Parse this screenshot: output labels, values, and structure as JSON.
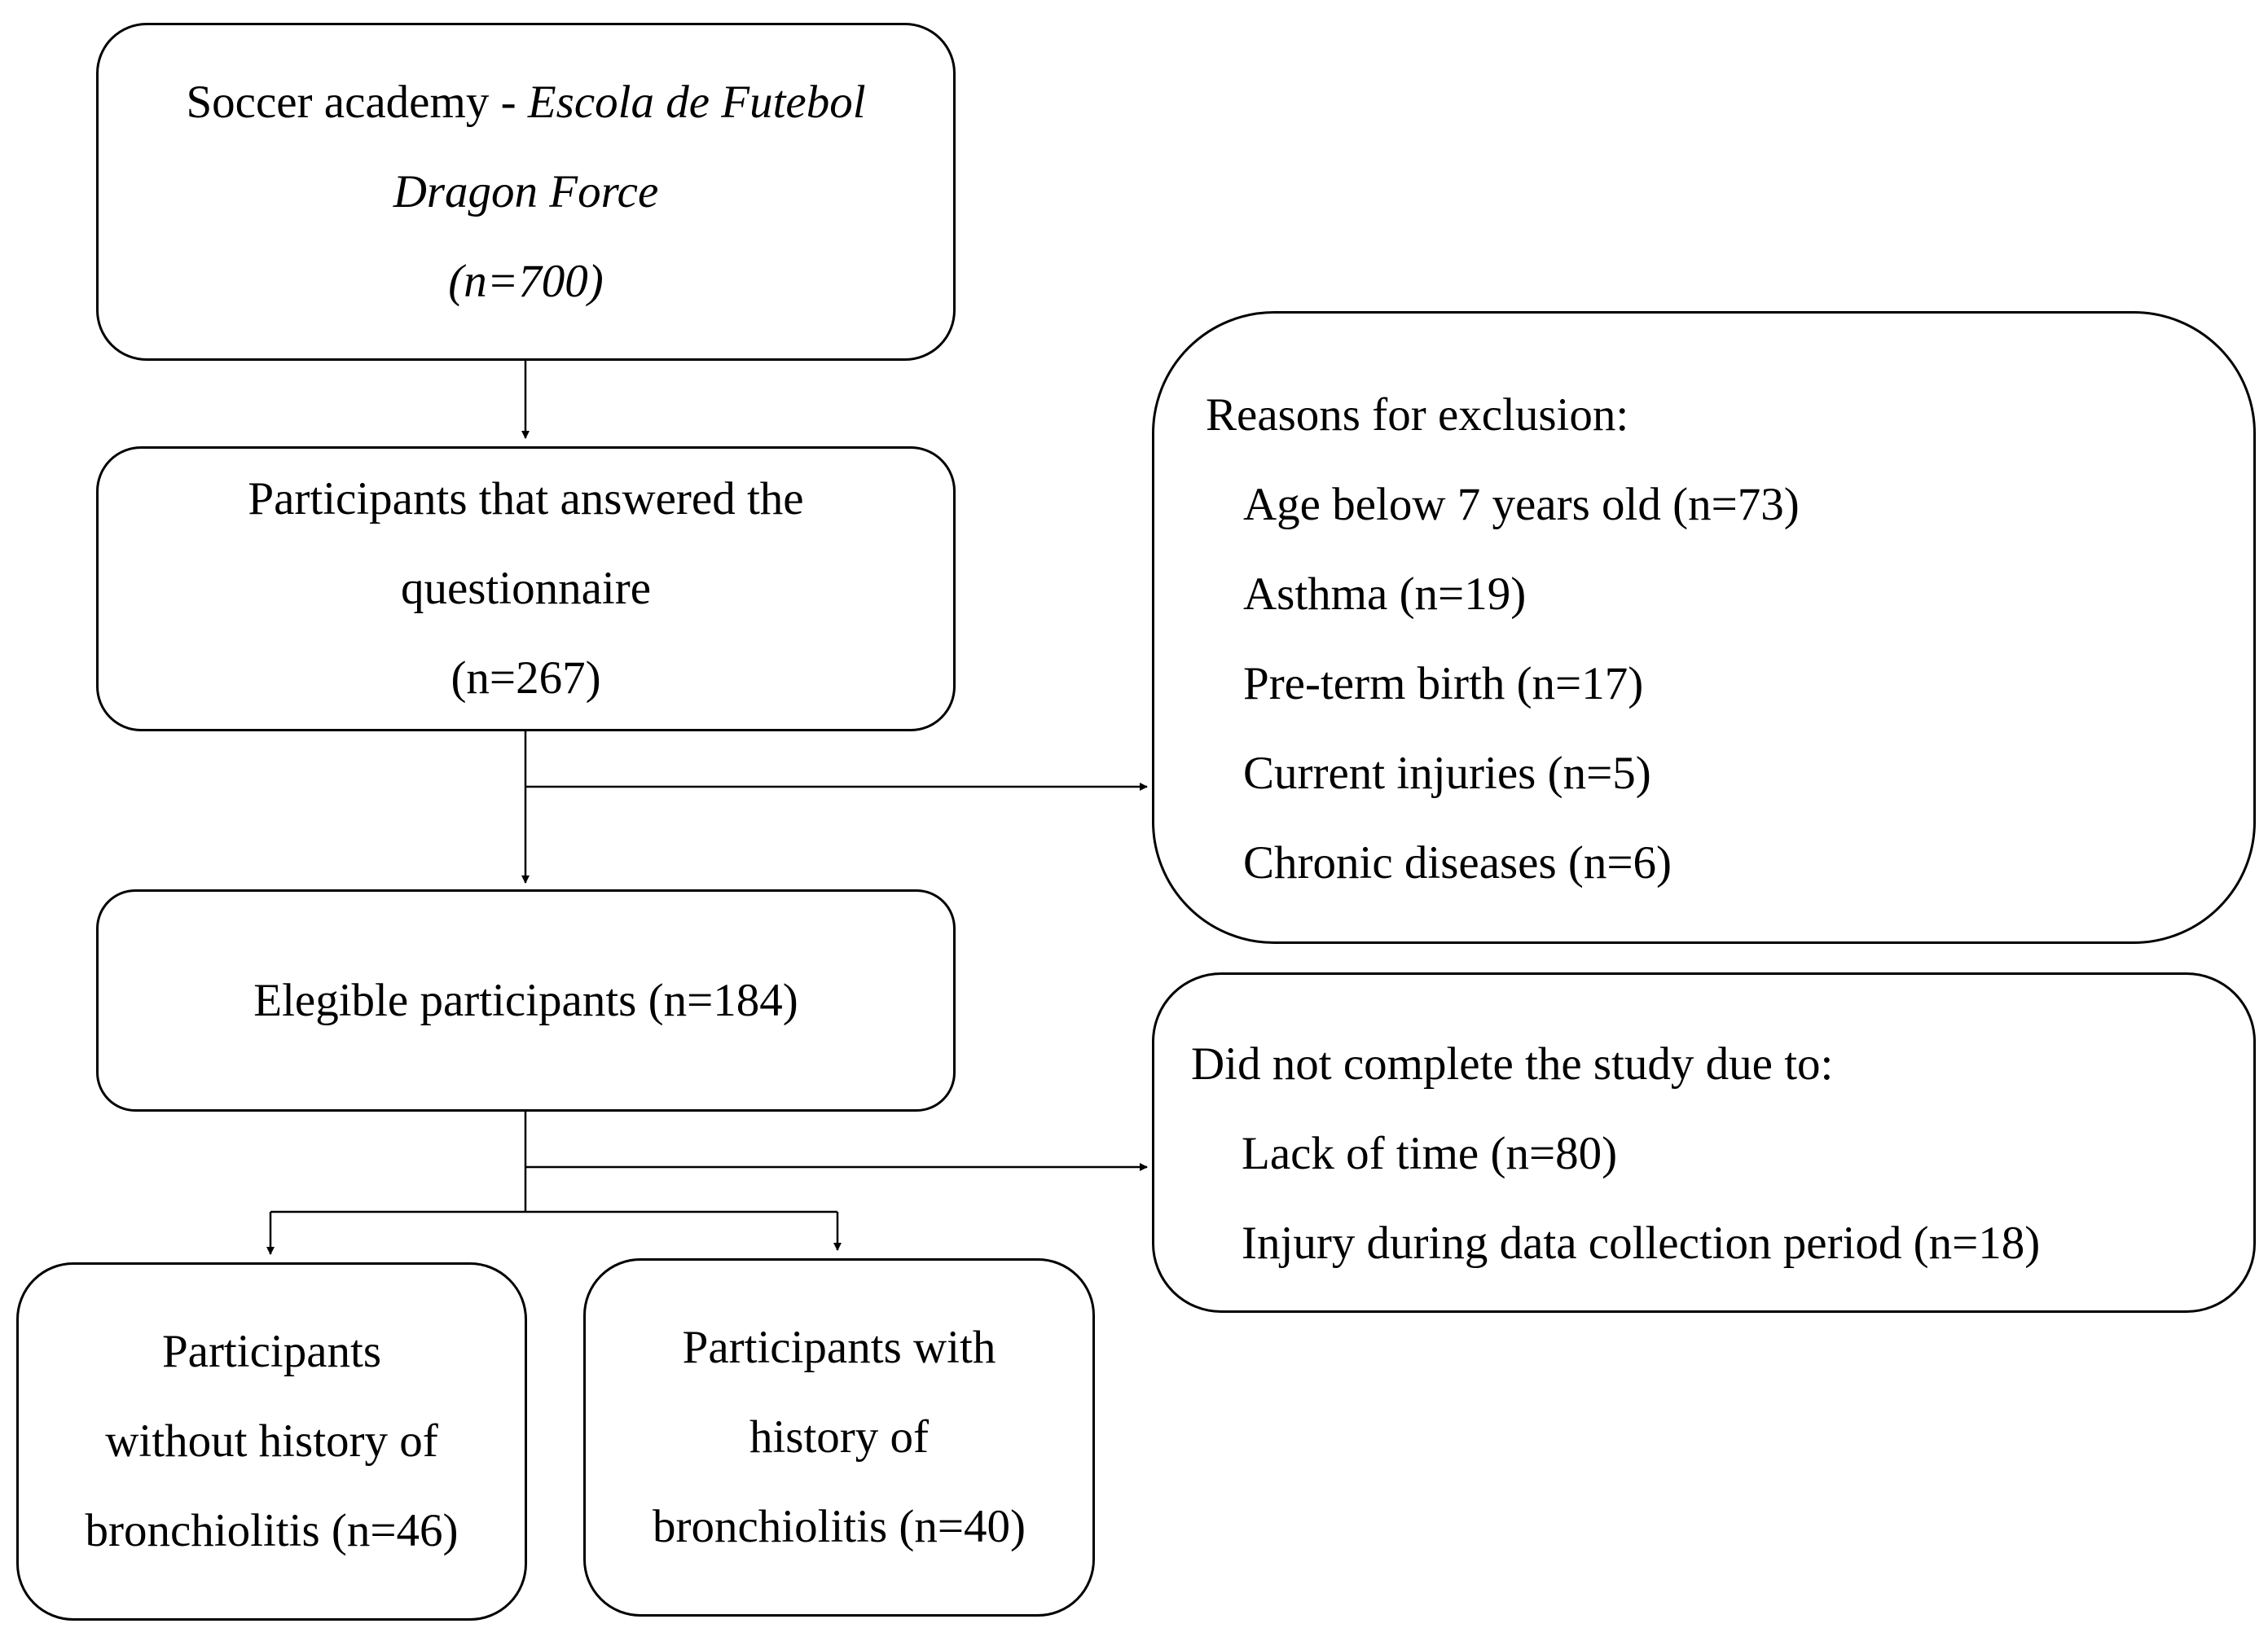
{
  "academy": {
    "prefix": "Soccer academy - ",
    "name_part1": "Escola de Futebol",
    "name_part2": "Dragon Force",
    "count": "(n=700)"
  },
  "answered": {
    "line1": "Participants that answered the",
    "line2": "questionnaire",
    "count": "(n=267)"
  },
  "eligible": {
    "label": "Elegible participants (n=184)"
  },
  "exclusion": {
    "title": "Reasons for exclusion:",
    "items": [
      "Age below 7 years old (n=73)",
      "Asthma (n=19)",
      "Pre-term birth (n=17)",
      "Current injuries (n=5)",
      "Chronic diseases (n=6)"
    ]
  },
  "dropout": {
    "title": "Did not complete the study due to:",
    "items": [
      "Lack of time (n=80)",
      "Injury during data collection period  (n=18)"
    ]
  },
  "without_history": {
    "line1": "Participants",
    "line2": "without history of",
    "line3": "bronchiolitis (n=46)"
  },
  "with_history": {
    "line1": "Participants with",
    "line2": "history of",
    "line3": "bronchiolitis (n=40)"
  }
}
